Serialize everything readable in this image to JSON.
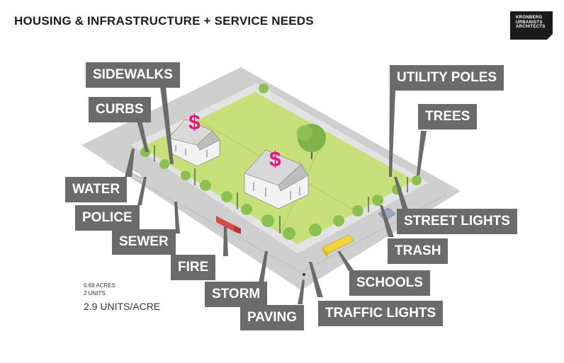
{
  "title": "HOUSING & INFRASTRUCTURE + SERVICE NEEDS",
  "logo": {
    "lines": [
      "KRONBERG",
      "URBANISTS",
      "ARCHITECTS"
    ]
  },
  "labels": {
    "sidewalks": "SIDEWALKS",
    "curbs": "CURBS",
    "water": "WATER",
    "police": "POLICE",
    "sewer": "SEWER",
    "fire": "FIRE",
    "storm": "STORM",
    "paving": "PAVING",
    "traffic_lights": "TRAFFIC LIGHTS",
    "schools": "SCHOOLS",
    "trash": "TRASH",
    "street_lights": "STREET LIGHTS",
    "trees": "TREES",
    "utility_poles": "UTILITY POLES"
  },
  "stats": {
    "acres": "0.69 ACRES",
    "units": "2 UNITS",
    "density": "2.9 UNITS/ACRE"
  },
  "dollar_sign": "$",
  "colors": {
    "label_bg": "#6b6b6d",
    "lawn": "#c6e07a",
    "dollar": "#e6157f",
    "road": "#c9c9c9"
  }
}
